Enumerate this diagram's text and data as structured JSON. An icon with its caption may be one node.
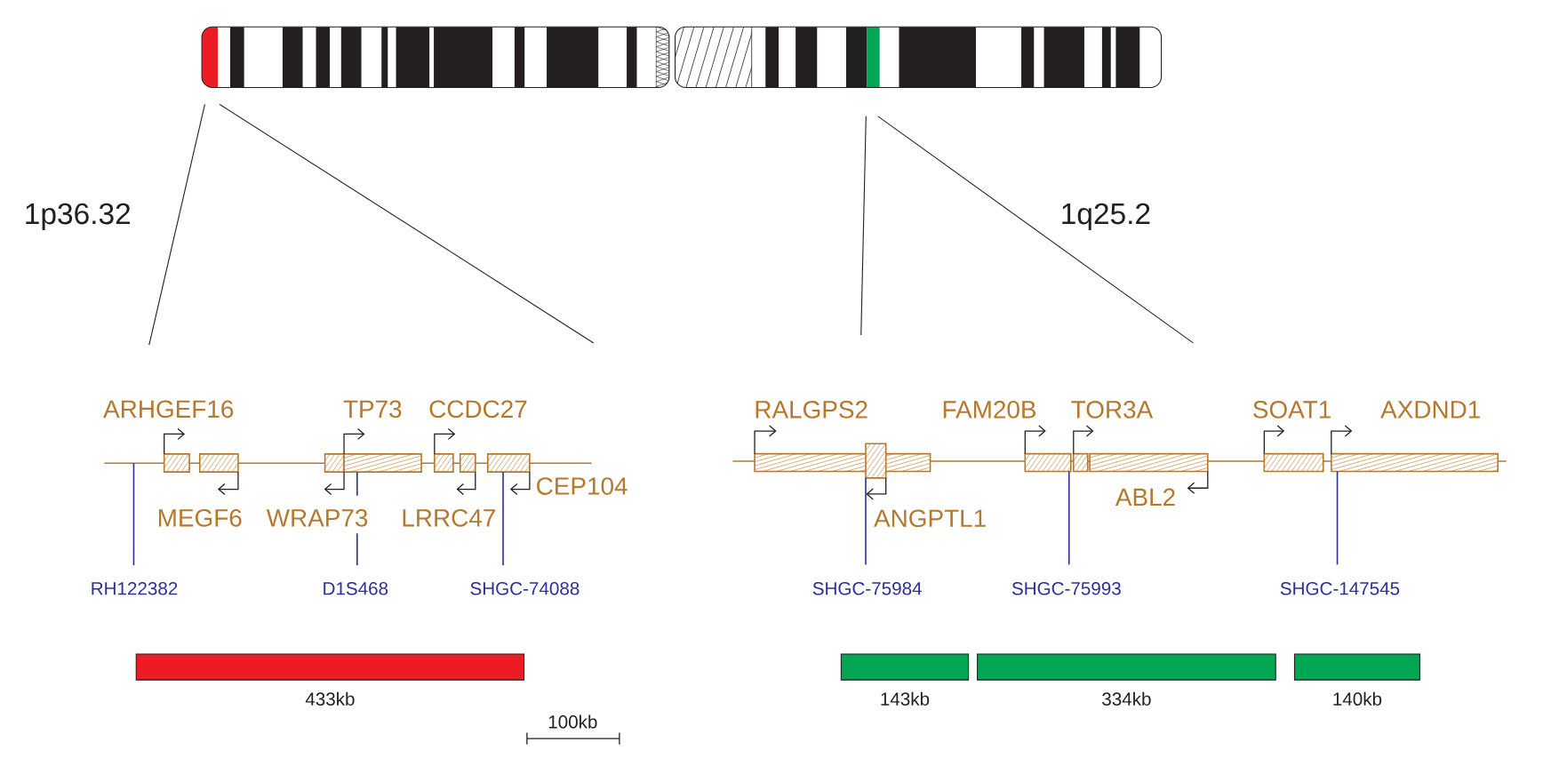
{
  "diagram": {
    "nodes": [
      {
        "text": [],
        "shape": "bar",
        "beside": [
          "433kb"
        ]
      },
      {
        "text": [],
        "shape": "bar",
        "beside": [
          "143kb"
        ]
      },
      {
        "text": [],
        "shape": "bar",
        "beside": [
          "334kb"
        ]
      },
      {
        "text": [],
        "shape": "bar",
        "beside": [
          "140kb"
        ]
      }
    ],
    "labels": [
      "1p36.32",
      "1q25.2",
      "ARHGEF16",
      "TP73",
      "CCDC27",
      "CEP104",
      "MEGF6",
      "WRAP73",
      "LRRC47",
      "RH122382",
      "D1S468",
      "SHGC-74088",
      "RALGPS2",
      "FAM20B",
      "TOR3A",
      "SOAT1",
      "AXDND1",
      "ABL2",
      "ANGPTL1",
      "SHGC-75984",
      "SHGC-75993",
      "SHGC-147545",
      "100kb"
    ]
  }
}
